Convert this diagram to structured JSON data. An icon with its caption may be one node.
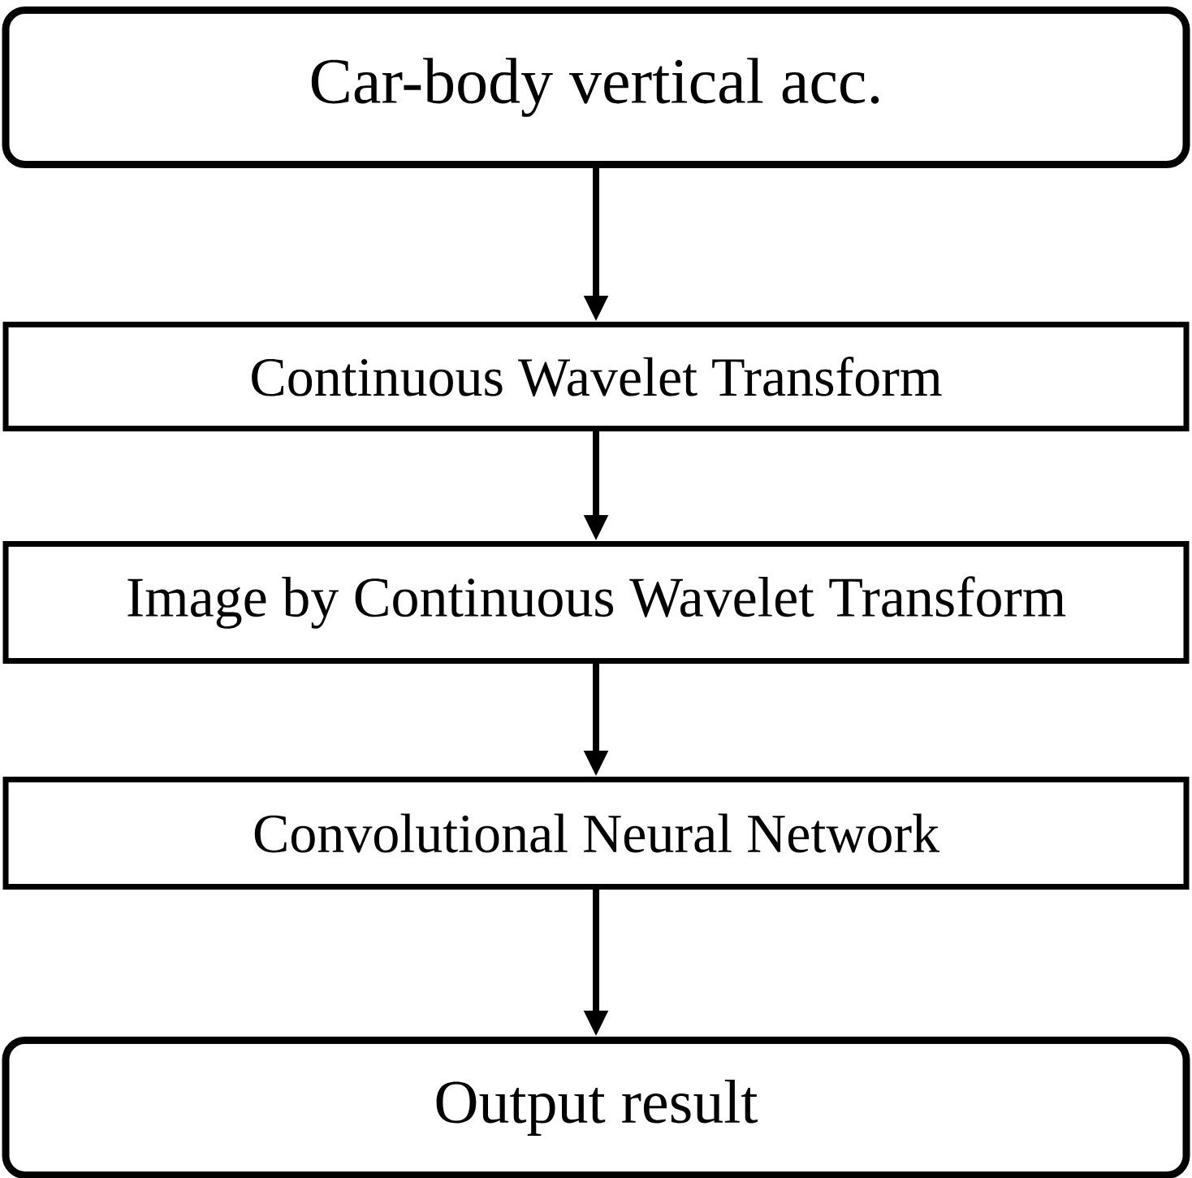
{
  "diagram": {
    "nodes": [
      {
        "text": [
          "Car-body vertical acc."
        ]
      },
      {
        "text": [
          "Continuous Wavelet Transform"
        ]
      },
      {
        "text": [
          "Image by Continuous Wavelet Transform"
        ]
      },
      {
        "text": [
          "Convolutional Neural Network"
        ]
      },
      {
        "text": [
          "Output result"
        ]
      }
    ],
    "edges": [
      {
        "from": 0,
        "to": 1,
        "arrow": "to"
      },
      {
        "from": 1,
        "to": 2,
        "arrow": "to"
      },
      {
        "from": 2,
        "to": 3,
        "arrow": "to"
      },
      {
        "from": 3,
        "to": 4,
        "arrow": "to"
      }
    ]
  }
}
